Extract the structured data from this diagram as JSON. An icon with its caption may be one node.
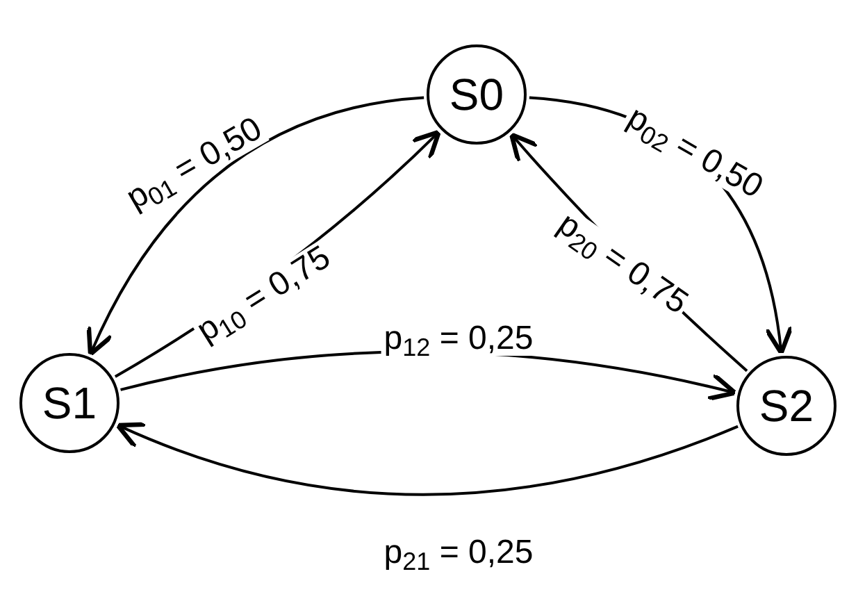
{
  "diagram": {
    "nodes": [
      {
        "text": [
          "S0"
        ]
      },
      {
        "text": [
          "S1"
        ]
      },
      {
        "text": [
          "S2"
        ]
      }
    ],
    "edges": [
      {
        "from": 0,
        "to": 1,
        "arrow": "to",
        "label": "p$_{01}$ = 0,50"
      },
      {
        "from": 1,
        "to": 0,
        "arrow": "to",
        "label": "p$_{10}$ = 0,75"
      },
      {
        "from": 0,
        "to": 2,
        "arrow": "to",
        "label": "p$_{02}$ = 0,50"
      },
      {
        "from": 2,
        "to": 0,
        "arrow": "to",
        "label": "p$_{20}$ = 0,75"
      },
      {
        "from": 1,
        "to": 2,
        "arrow": "to",
        "label": "p$_{12}$ = 0,25"
      },
      {
        "from": 2,
        "to": 1,
        "arrow": "to",
        "label": "p$_{21}$ = 0,25"
      }
    ]
  }
}
